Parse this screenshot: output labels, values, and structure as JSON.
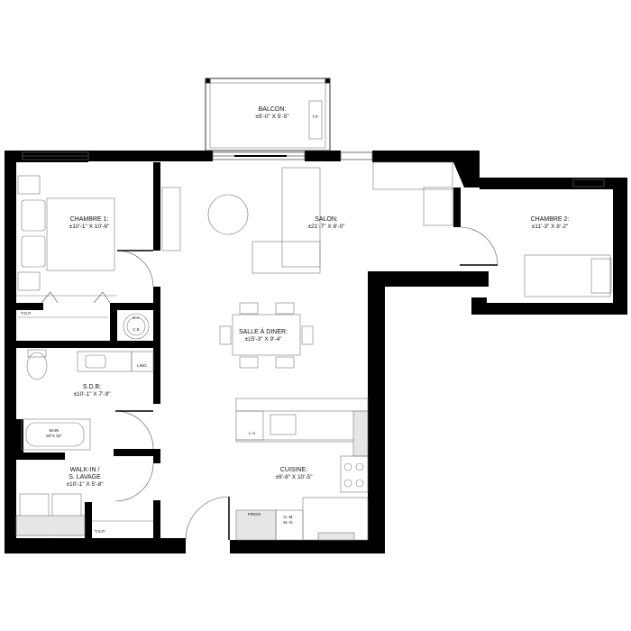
{
  "rooms": {
    "balcon": {
      "name": "BALCON:",
      "dim": "±9'-0\" X 5'-5\""
    },
    "chambre1": {
      "name": "CHAMBRE 1:",
      "dim": "±10'-1\" X 10'-6\""
    },
    "salon": {
      "name": "SALON:",
      "dim": "±21'-7\" X 8'-0\""
    },
    "chambre2": {
      "name": "CHAMBRE 2:",
      "dim": "±11'-3\" X 8'-2\""
    },
    "salle": {
      "name": "SALLE À DINER:",
      "dim": "±15'-3\" X 9'-4\""
    },
    "sdb": {
      "name": "S.D.B:",
      "dim": "±10'-1\" X 7'-9\""
    },
    "walkin": {
      "name": "WALK-IN /",
      "name2": "S. LAVAGE",
      "dim": "±10'-1\" X 5'-8\""
    },
    "cuisine": {
      "name": "CUISINE:",
      "dim": "±9'-8\" X 10'-5\""
    }
  },
  "fixtures": {
    "tp": "T.P.",
    "tgp_top": "T.G.P.",
    "tgp_bottom": "T.G.P.",
    "ling": "LING.",
    "ec_1": "E.A",
    "ec_2": "C.E",
    "bain_1": "BAIN",
    "bain_2": "60\"X 32\"",
    "lv": "L.V.",
    "frigo": "FRIGO",
    "gm_1": "G.-M.",
    "gm_2": "M.-O."
  },
  "colors": {
    "wall": "#000000",
    "line": "#555555",
    "fill_light": "#e6e6e6"
  }
}
